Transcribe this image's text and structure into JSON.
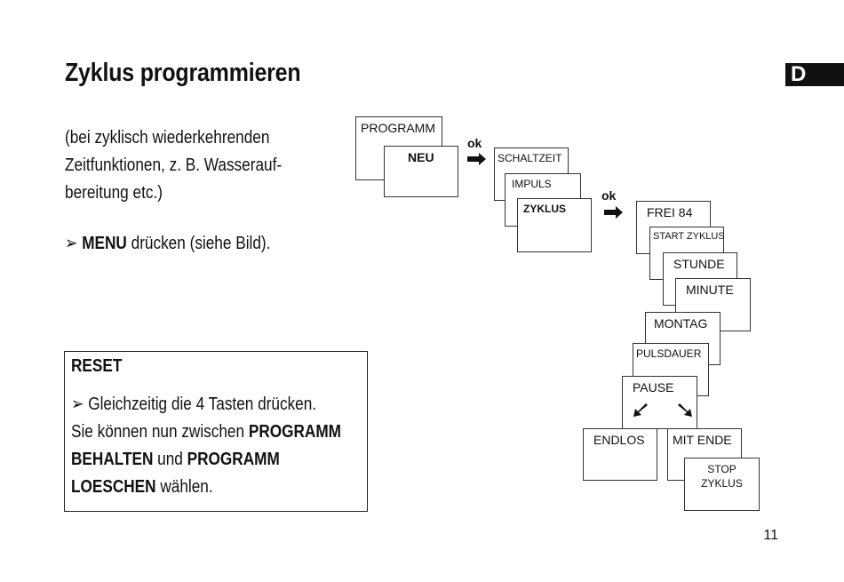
{
  "page": {
    "title": "Zyklus programmieren",
    "language_tab": "D",
    "intro_lines": [
      "(bei zyklisch wiederkehrenden",
      "Zeitfunktionen, z. B. Wasserauf-",
      "bereitung etc.)"
    ],
    "step": {
      "marker": "➢",
      "bold": "MENU",
      "rest": " drücken (siehe Bild)."
    },
    "page_number": "11"
  },
  "reset": {
    "heading": "RESET",
    "instruction_marker": "➢",
    "instruction": "Gleichzeitig die 4 Tasten drücken.",
    "line1_pre": "Sie können nun zwischen ",
    "line1_bold": "PROGRAMM",
    "line2_bold": "BEHALTEN",
    "line2_mid": " und ",
    "line2_bold2": "PROGRAMM",
    "line3_bold": "LOESCHEN",
    "line3_rest": " wählen."
  },
  "diagram": {
    "ok1": "ok",
    "ok2": "ok",
    "programm": "PROGRAMM",
    "neu": "NEU",
    "schaltzeit": "SCHALTZEIT",
    "impuls": "IMPULS",
    "zyklus": "ZYKLUS",
    "frei": "FREI  84",
    "start_zyklus": "START ZYKLUS",
    "stunde": "STUNDE",
    "minute": "MINUTE",
    "montag": "MONTAG",
    "pulsdauer": "PULSDAUER",
    "pause": "PAUSE",
    "endlos": "ENDLOS",
    "mit_ende": "MIT ENDE",
    "stop": "STOP",
    "stop_zyklus": "ZYKLUS"
  }
}
